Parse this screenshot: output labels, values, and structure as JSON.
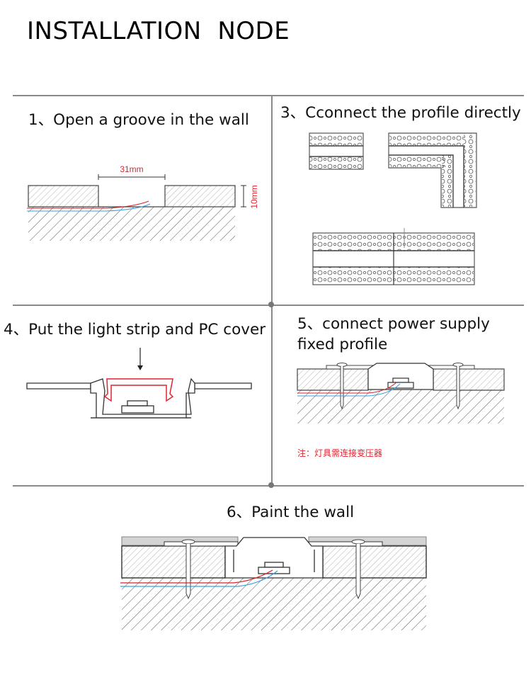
{
  "page": {
    "title": "INSTALLATION  NODE"
  },
  "steps": [
    {
      "number": "1",
      "label": "1、Open a groove in the wall",
      "dimensions": {
        "groove_width": "31mm",
        "groove_depth": "10mm"
      }
    },
    {
      "number": "3",
      "label": "3、Cconnect the profile directly"
    },
    {
      "number": "4",
      "label": "4、Put the light strip and PC cover"
    },
    {
      "number": "5",
      "label_line1": "5、connect power supply",
      "label_line2": "fixed profile",
      "note": "注：灯具需连接变压器"
    },
    {
      "number": "6",
      "label": "6、Paint the wall"
    }
  ],
  "colors": {
    "dimension_text": "#e0242f",
    "wire_red": "#d9232f",
    "wire_blue": "#3aa0e0",
    "pc_cover": "#e0242f",
    "divider": "#8a8a8a",
    "paint_layer": "#d4d4d4"
  }
}
